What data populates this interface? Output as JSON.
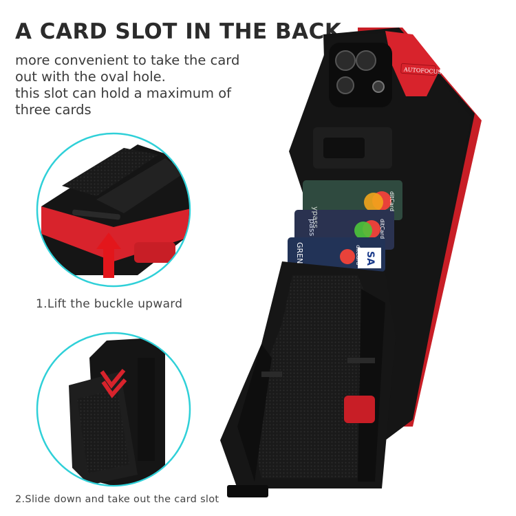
{
  "headline": "A CARD SLOT IN THE BACK",
  "description": [
    "more convenient to take the card",
    "out with the oval hole.",
    "this slot can hold a maximum of",
    "three cards"
  ],
  "steps": [
    "1.Lift the buckle upward",
    "2.Slide down and take out the card slot"
  ],
  "camera_badge": "AUTOFOCUS",
  "cards": [
    {
      "brand": "ypass",
      "network": "ditCard"
    },
    {
      "brand": "pass",
      "network": "ditCard"
    },
    {
      "brand": "GREN",
      "network": "ditCard",
      "extra": "SA"
    }
  ],
  "colors": {
    "case_red": "#e0262e",
    "case_black": "#151515",
    "ring": "#2fd0d8",
    "arrow": "#e3161b"
  }
}
